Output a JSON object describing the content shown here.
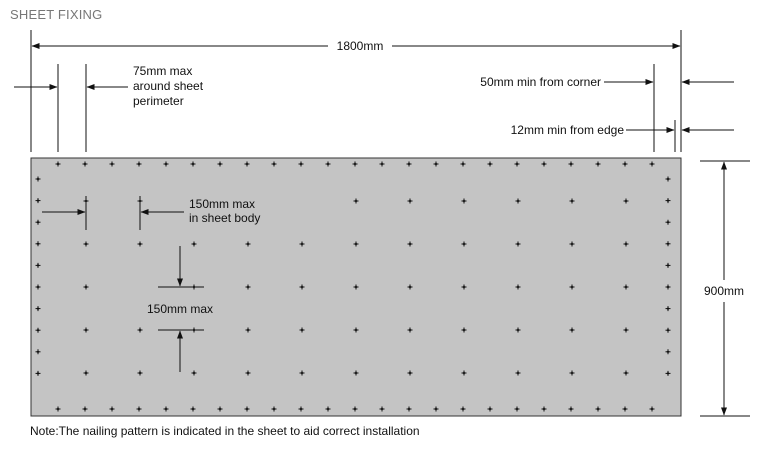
{
  "title": "SHEET FIXING",
  "note": "Note:The nailing pattern is indicated in the sheet to aid correct installation",
  "dimensions": {
    "width": "1800mm",
    "height": "900mm"
  },
  "annotations": {
    "perimeter_line1": "75mm max",
    "perimeter_line2": "around sheet",
    "perimeter_line3": "perimeter",
    "corner": "50mm min from corner",
    "edge": "12mm min from edge",
    "body_line1": "150mm max",
    "body_line2": "in sheet body",
    "vertical": "150mm max"
  },
  "colors": {
    "sheet_fill": "#c4c4c4",
    "sheet_stroke": "#333333",
    "line": "#111111",
    "title": "#777777"
  },
  "icons": {
    "fixing": "fixing-point-icon",
    "arrow": "arrowhead-icon"
  }
}
